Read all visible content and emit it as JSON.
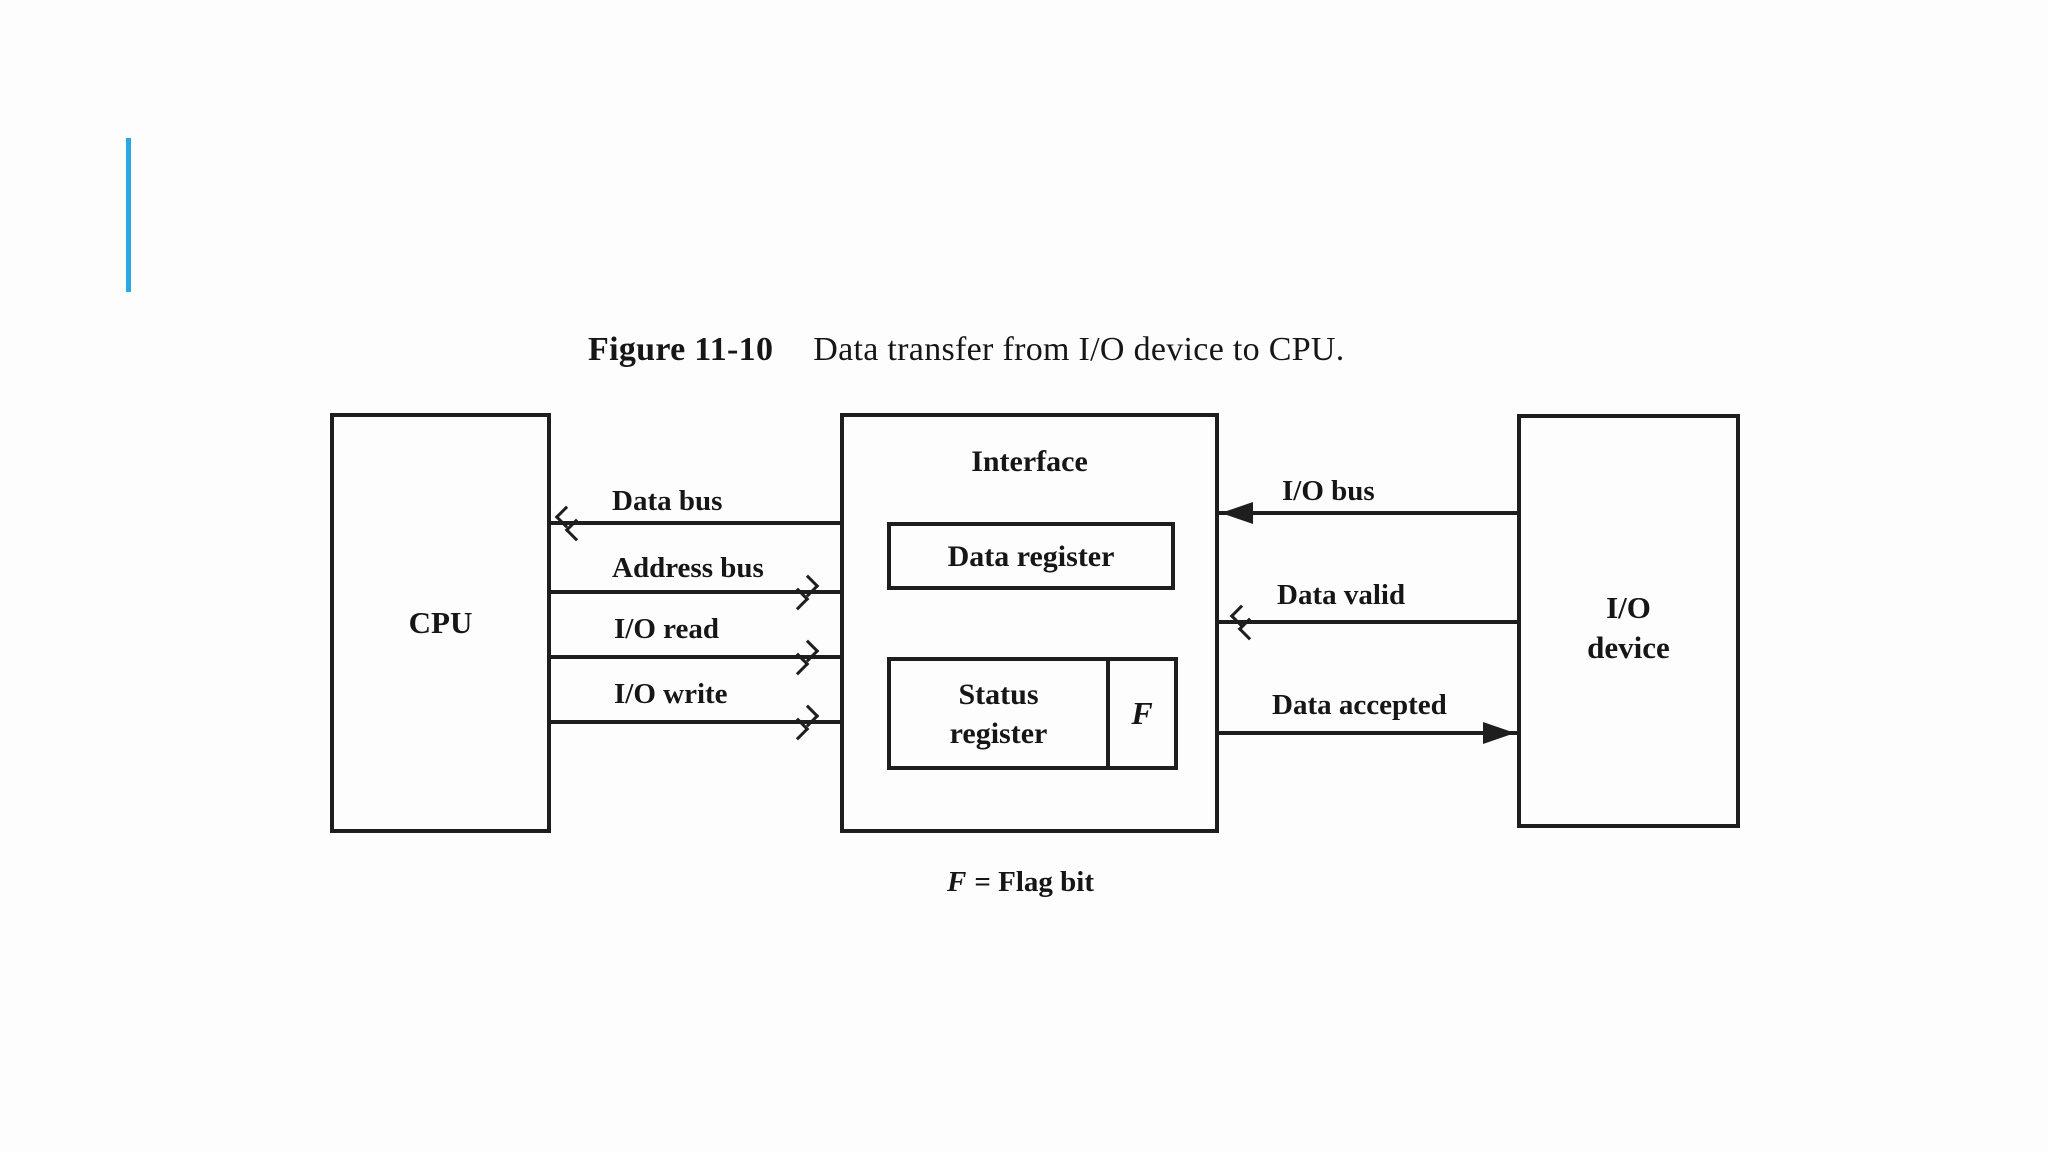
{
  "colors": {
    "accent_bar": "#2aa8e0",
    "ink": "#1e1e1e",
    "background": "#fdfdfd"
  },
  "figure": {
    "label": "Figure 11-10",
    "caption": "Data transfer from I/O device to CPU."
  },
  "blocks": {
    "cpu": {
      "label": "CPU"
    },
    "interface": {
      "label": "Interface",
      "data_register": {
        "label": "Data register"
      },
      "status_register": {
        "line1": "Status",
        "line2": "register",
        "flag": "F"
      }
    },
    "io_device": {
      "line1": "I/O",
      "line2": "device"
    }
  },
  "cpu_interface_signals": [
    {
      "label": "Data bus",
      "direction": "to-cpu"
    },
    {
      "label": "Address bus",
      "direction": "to-interface"
    },
    {
      "label": "I/O read",
      "direction": "to-interface"
    },
    {
      "label": "I/O write",
      "direction": "to-interface"
    }
  ],
  "device_interface_signals": [
    {
      "label": "I/O bus",
      "direction": "to-interface"
    },
    {
      "label": "Data valid",
      "direction": "to-interface"
    },
    {
      "label": "Data accepted",
      "direction": "to-device"
    }
  ],
  "footnote": {
    "symbol": "F",
    "text": "= Flag bit"
  }
}
